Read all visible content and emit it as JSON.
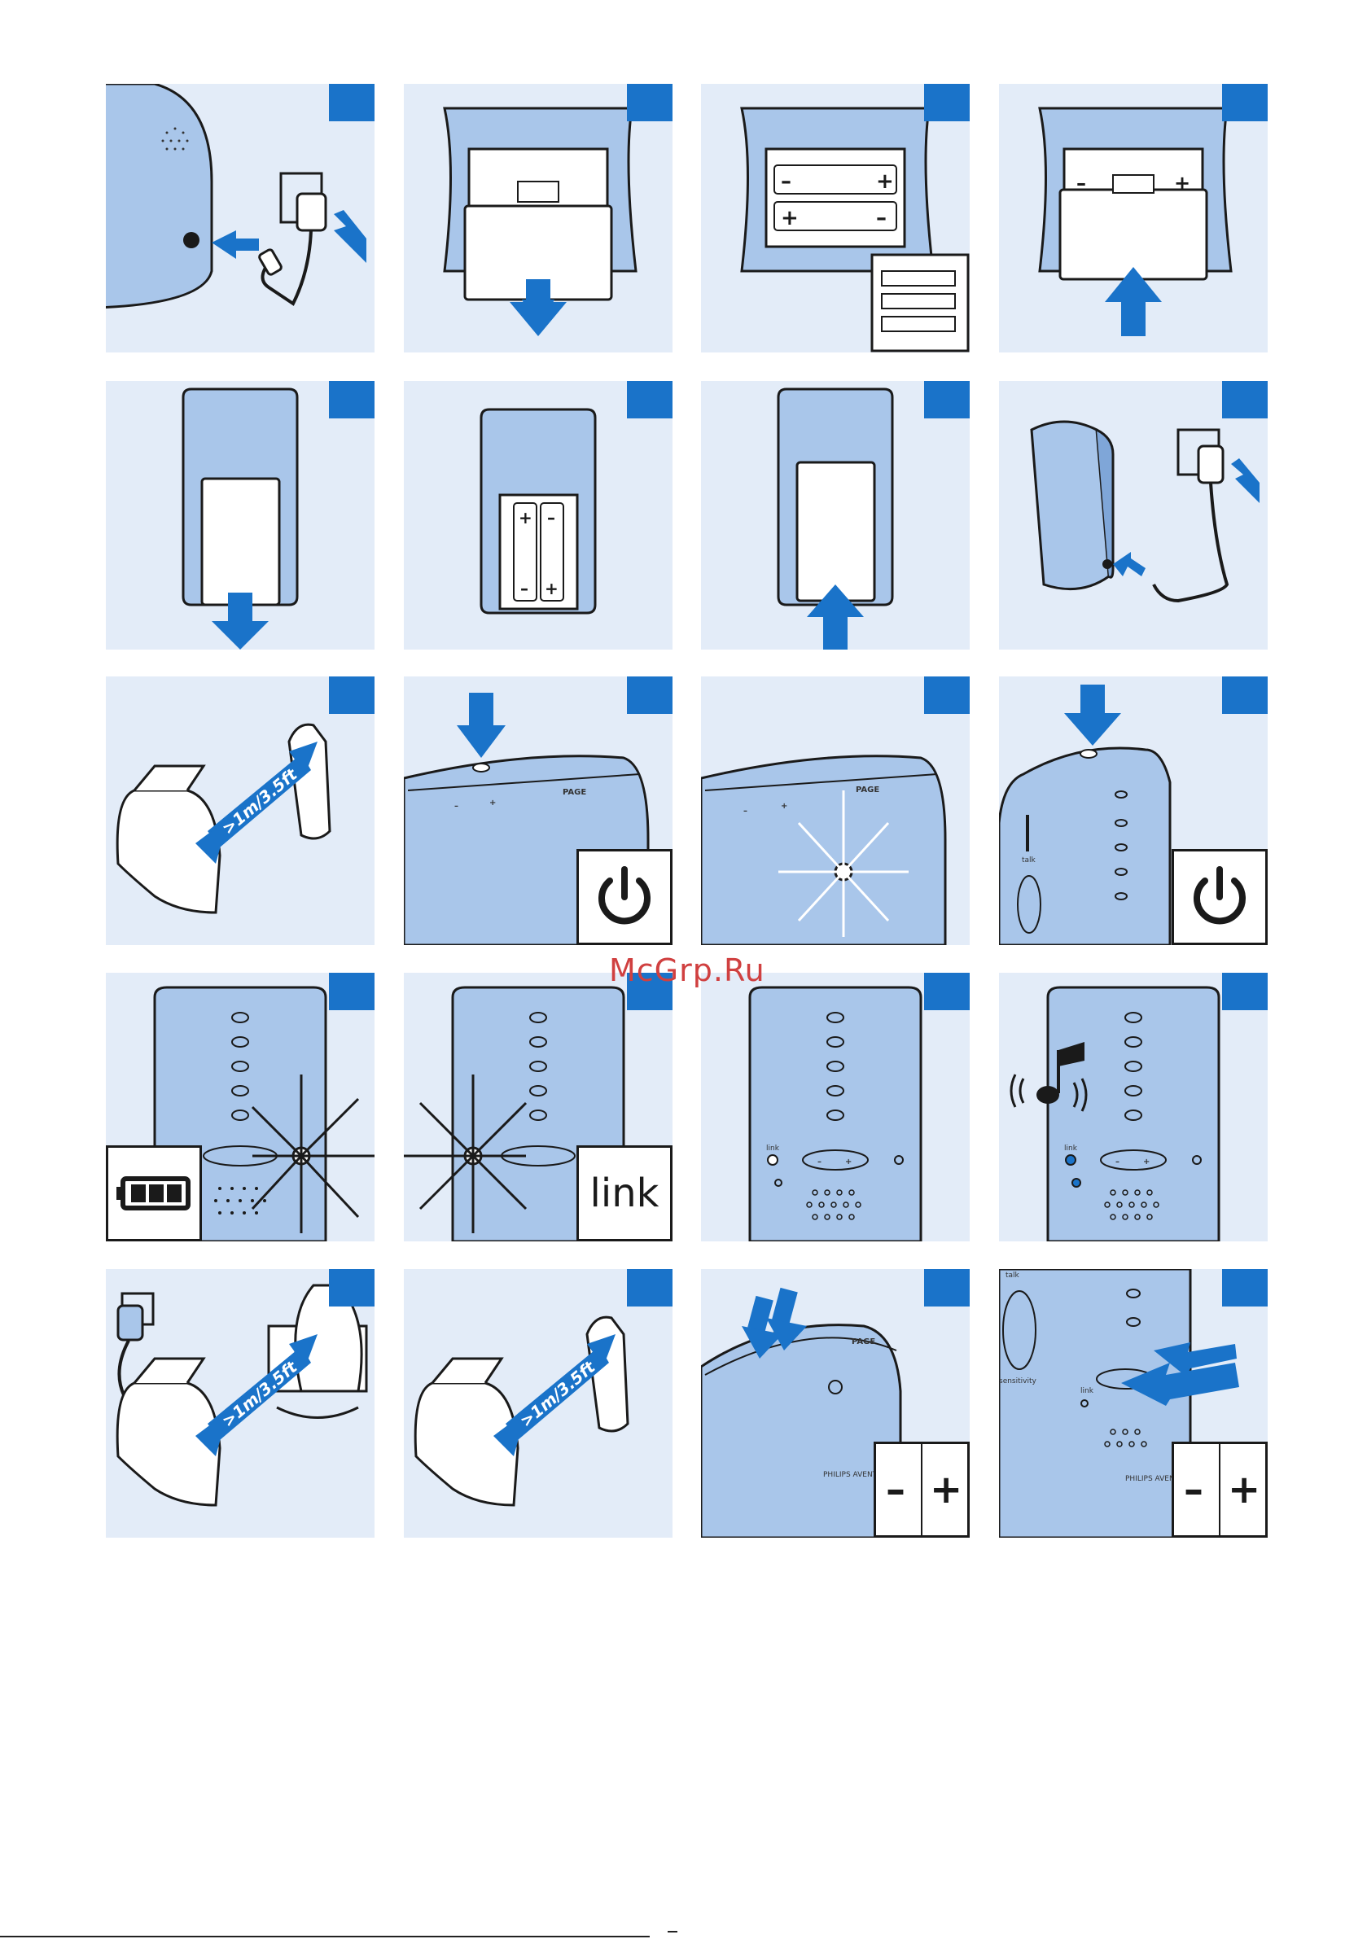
{
  "watermark": "McGrp.Ru",
  "panels": {
    "p1": {},
    "p2": {},
    "p3": {},
    "p4": {},
    "p5": {},
    "p6": {},
    "p7": {},
    "p8": {},
    "p9": {
      "distance": ">1m/3.5ft"
    },
    "p10": {
      "page_label": "PAGE",
      "minus": "–",
      "plus": "+"
    },
    "p11": {
      "page_label": "PAGE",
      "minus": "–",
      "plus": "+"
    },
    "p12": {
      "talk_label": "talk"
    },
    "p13": {},
    "p14": {
      "link_text": "link"
    },
    "p15": {
      "link_label": "link",
      "minus": "–",
      "plus": "+"
    },
    "p16": {
      "link_label": "link",
      "minus": "–",
      "plus": "+"
    },
    "p17": {
      "distance": ">1m/3.5ft"
    },
    "p18": {
      "distance": ">1m/3.5ft"
    },
    "p19": {
      "page_label": "PAGE",
      "brand": "PHILIPS AVENT",
      "minus_sign": "–",
      "plus_sign": "+"
    },
    "p20": {
      "talk_label": "talk",
      "sensitivity_label": "sensitivity",
      "link_label": "link",
      "brand": "PHILIPS AVENT",
      "minus_sign": "–",
      "plus_sign": "+"
    }
  },
  "colors": {
    "accent": "#1a73c9",
    "panel_bg": "#e3ecf8",
    "device": "#a9c6ea",
    "outline": "#1a1a1a"
  }
}
